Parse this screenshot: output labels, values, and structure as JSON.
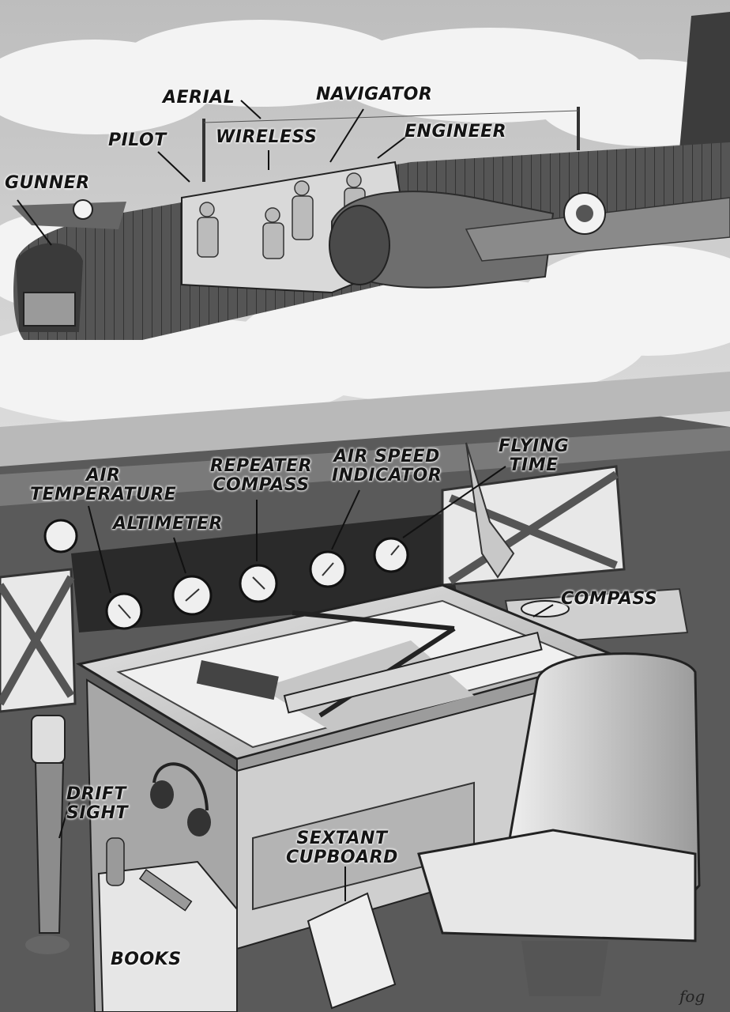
{
  "labels": {
    "gunner": "GUNNER",
    "pilot": "PILOT",
    "aerial": "AERIAL",
    "wireless": "WIRELESS",
    "navigator": "NAVIGATOR",
    "engineer": "ENGINEER",
    "air_temperature": "AIR\nTEMPERATURE",
    "altimeter": "ALTIMETER",
    "repeater_compass": "REPEATER\nCOMPASS",
    "air_speed_indicator": "AIR SPEED\nINDICATOR",
    "flying_time": "FLYING\nTIME",
    "compass": "COMPASS",
    "drift_sight": "DRIFT\nSIGHT",
    "sextant_cupboard": "SEXTANT\nCUPBOARD",
    "books": "BOOKS"
  },
  "signature": "fog",
  "colors": {
    "sky": "#cfcfcf",
    "cloud": "#f2f2f2",
    "fuselage": "#4a4a4a",
    "ink": "#141414"
  }
}
